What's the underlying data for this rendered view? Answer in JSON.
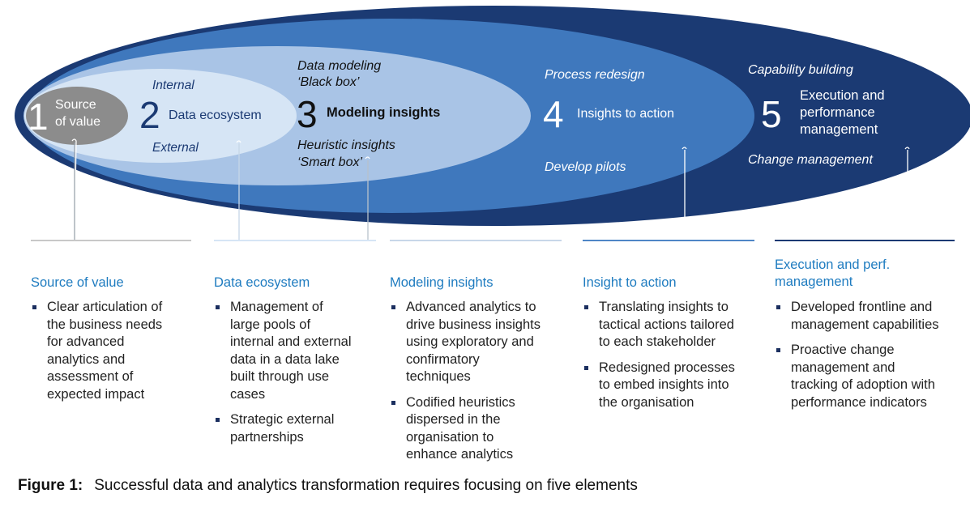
{
  "stages": [
    {
      "number": "1",
      "title_line1": "Source",
      "title_line2": "of value"
    },
    {
      "number": "2",
      "title": "Data ecosystem",
      "above": "Internal",
      "below": "External"
    },
    {
      "number": "3",
      "title": "Modeling insights",
      "above_line1": "Data modeling",
      "above_line2": "‘Black box’",
      "below_line1": "Heuristic insights",
      "below_line2": "‘Smart box’"
    },
    {
      "number": "4",
      "title": "Insights to action",
      "above": "Process redesign",
      "below": "Develop pilots"
    },
    {
      "number": "5",
      "title_line1": "Execution and",
      "title_line2": "performance",
      "title_line3": "management",
      "above": "Capability building",
      "below": "Change management"
    }
  ],
  "columns": [
    {
      "heading": "Source of value",
      "bullets": [
        [
          "Clear articulation of",
          "the business needs",
          "for advanced",
          "analytics and",
          "assessment of",
          "expected impact"
        ]
      ]
    },
    {
      "heading": "Data ecosystem",
      "bullets": [
        [
          "Management of",
          "large pools of",
          "internal and external",
          "data in a data lake",
          "built through use",
          "cases"
        ],
        [
          "Strategic external",
          "partnerships"
        ]
      ]
    },
    {
      "heading": "Modeling insights",
      "bullets": [
        [
          "Advanced analytics to",
          "drive business insights",
          "using exploratory and",
          "confirmatory",
          "techniques"
        ],
        [
          "Codified heuristics",
          "dispersed in the",
          "organisation to",
          "enhance analytics"
        ]
      ]
    },
    {
      "heading": "Insight to action",
      "bullets": [
        [
          "Translating insights to",
          "tactical actions tailored",
          "to each stakeholder"
        ],
        [
          "Redesigned processes",
          "to embed insights into",
          "the organisation"
        ]
      ]
    },
    {
      "heading_line1": "Execution and perf.",
      "heading_line2": "management",
      "bullets": [
        [
          "Developed frontline and",
          "management capabilities"
        ],
        [
          "Proactive change",
          "management and",
          "tracking of adoption with",
          "performance indicators"
        ]
      ]
    }
  ],
  "caption": {
    "label": "Figure 1:",
    "text": "Successful data and analytics transformation requires focusing on five elements"
  },
  "colors": {
    "ellipse5": "#1b3a73",
    "ellipse4": "#3f78bd",
    "ellipse3": "#a9c4e6",
    "ellipse2": "#d6e5f5",
    "ellipse1": "#8c8c8c",
    "heading": "#1f7cc0"
  }
}
